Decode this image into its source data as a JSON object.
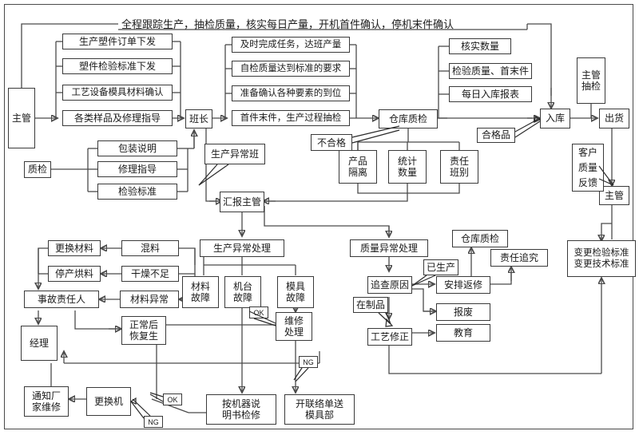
{
  "diagram": {
    "title": "全程跟踪生产，抽检质量，核实每日产量，开机首件确认，停机末件确认",
    "nodes": {
      "zhuguan_left": "主管",
      "order_issue": "生产塑件订单下发",
      "inspect_std_issue": "塑件检验标准下发",
      "process_equip_confirm": "工艺设备模具材料确认",
      "samples_repair_guide": "各类样品及修理指导",
      "banzhang": "班长",
      "finish_task": "及时完成任务，达班产量",
      "self_check_quality": "自检质量达到标准的要求",
      "prepare_confirm": "准备确认各种要素的到位",
      "first_last_sampling": "首件末件，生产过程抽检",
      "warehouse_qc_top": "仓库质检",
      "verify_qty": "核实数量",
      "inspect_quality_fl": "检验质量、首末件",
      "daily_report": "每日入库报表",
      "zhuguan_sampling": "主管\n抽检",
      "ruku": "入库",
      "chuhuo": "出货",
      "zhuguan_right": "主管",
      "hegepin": "合格品",
      "buhege": "不合格",
      "product_isolate": "产品\n隔离",
      "count_qty": "统计\n数量",
      "responsible_shift": "责任\n班别",
      "customer_feedback": "客户\n质量\n反馈",
      "zhijian": "质检",
      "package_desc": "包装说明",
      "repair_guide": "修理指导",
      "inspect_std": "检验标准",
      "prod_abnormal_shift": "生产异常班",
      "report_supervisor": "汇报主管",
      "prod_abnormal_handle": "生产异常处理",
      "quality_abnormal_handle": "质量异常处理",
      "warehouse_qc_bottom": "仓库质检",
      "change_material": "更换材料",
      "stop_drying": "停产烘料",
      "mixing": "混料",
      "insufficient_drying": "干燥不足",
      "accident_responsible": "事故责任人",
      "material_abnormal": "材料异常",
      "material_fault": "材料\n故障",
      "machine_fault": "机台\n故障",
      "mold_fault": "模具\n故障",
      "jingli": "经理",
      "resume_production": "正常后\n恢复生",
      "repair_handle": "维修\n处理",
      "notify_factory_repair": "通知厂\n家维修",
      "replace_machine": "更换机",
      "check_by_manual": "按机器说\n明书检修",
      "contact_mold_dept": "开联络单送\n模具部",
      "trace_cause": "追查原因",
      "already_produced": "已生产",
      "arrange_rework": "安排返修",
      "scrap": "报废",
      "wip": "在制品",
      "process_correction": "工艺修正",
      "education": "教育",
      "responsibility_pursuit": "责任追究",
      "change_standards": "变更检验标准\n变更技术标准"
    },
    "labels": {
      "ok_mold": "OK",
      "ng_mold": "NG",
      "ok_machine": "OK",
      "ng_machine": "NG"
    },
    "colors": {
      "line": "#4a4a4a",
      "text": "#1a1a1a",
      "background": "#ffffff",
      "frame": "#4a4a4a"
    }
  }
}
